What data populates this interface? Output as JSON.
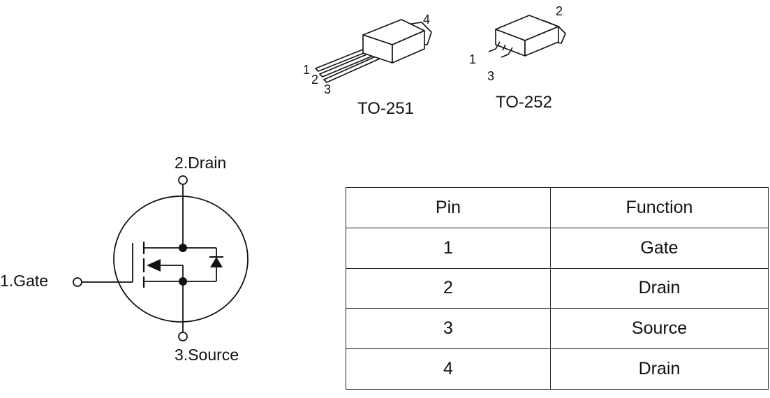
{
  "packages": [
    {
      "name": "TO-251",
      "pins": [
        "1",
        "2",
        "3",
        "4"
      ]
    },
    {
      "name": "TO-252",
      "pins": [
        "1",
        "2",
        "3"
      ]
    }
  ],
  "symbol": {
    "drain_label": "2.Drain",
    "gate_label": "1.Gate",
    "source_label": "3.Source"
  },
  "pin_table": {
    "headers": [
      "Pin",
      "Function"
    ],
    "rows": [
      [
        "1",
        "Gate"
      ],
      [
        "2",
        "Drain"
      ],
      [
        "3",
        "Source"
      ],
      [
        "4",
        "Drain"
      ]
    ]
  }
}
